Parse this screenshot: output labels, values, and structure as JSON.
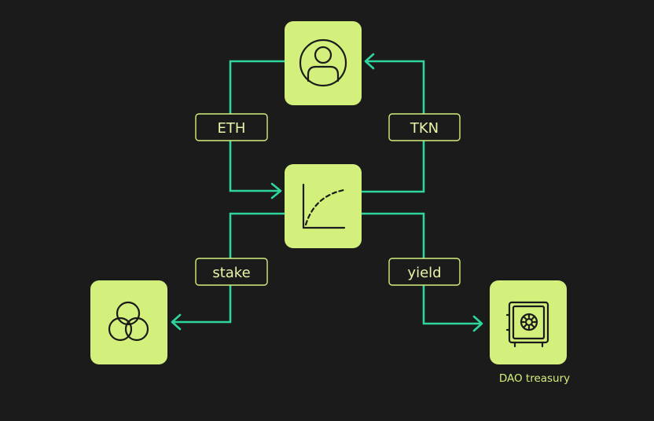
{
  "colors": {
    "background": "#1b1b1b",
    "node_fill": "#d4f07c",
    "flow_line": "#2fd69b",
    "label_text": "#e6f5a8"
  },
  "nodes": {
    "user": {
      "icon": "user-icon"
    },
    "bonding_curve": {
      "icon": "curve-chart-icon"
    },
    "staking_pool": {
      "icon": "venn-circles-icon"
    },
    "treasury": {
      "icon": "safe-vault-icon",
      "caption": "DAO treasury"
    }
  },
  "edges": {
    "eth": {
      "label": "ETH"
    },
    "tkn": {
      "label": "TKN"
    },
    "stake": {
      "label": "stake"
    },
    "yield": {
      "label": "yield"
    }
  }
}
